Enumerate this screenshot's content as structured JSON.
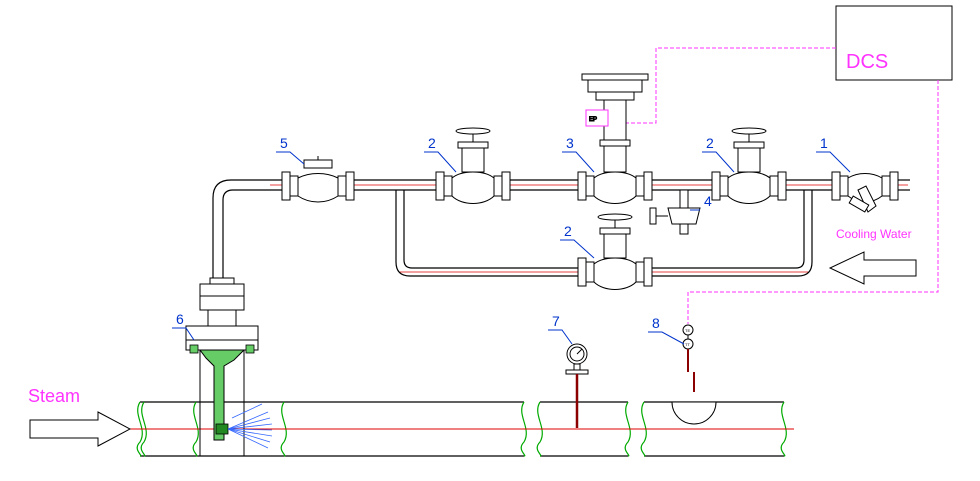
{
  "labels": {
    "dcs": "DCS",
    "steam": "Steam",
    "cooling_water": "Cooling Water"
  },
  "callouts": {
    "c1": "1",
    "c2a": "2",
    "c2b": "2",
    "c2c": "2",
    "c3": "3",
    "c4": "4",
    "c5": "5",
    "c6": "6",
    "c7": "7",
    "c8": "8"
  },
  "instrument_tags": {
    "positioner": "EP",
    "te": "TE",
    "tt": "TT"
  },
  "colors": {
    "pipe": "#000000",
    "centerline": "#e00000",
    "callout": "#0033cc",
    "signal": "#ff33ff",
    "label_magenta": "#ff33ff",
    "pipe_break": "#00aa00",
    "nozzle_body": "#66cc66",
    "spray": "#3366ff"
  }
}
